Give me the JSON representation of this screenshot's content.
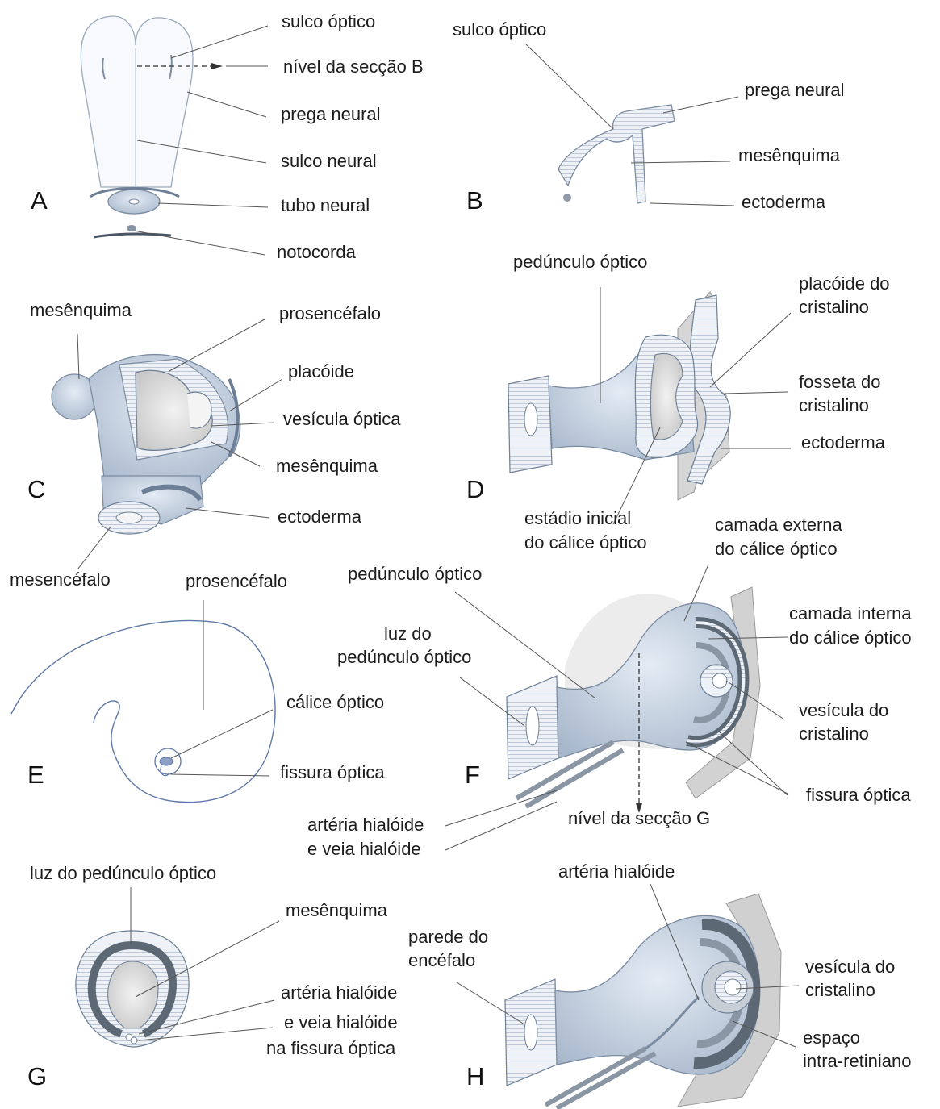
{
  "panels": {
    "A": {
      "letter": "A",
      "labels": {
        "sulco_optico": "sulco óptico",
        "nivel_seccao_b": "nível da secção B",
        "prega_neural": "prega neural",
        "sulco_neural": "sulco neural",
        "tubo_neural": "tubo neural",
        "notocorda": "notocorda"
      }
    },
    "B": {
      "letter": "B",
      "labels": {
        "sulco_optico": "sulco óptico",
        "prega_neural": "prega neural",
        "mesenquima": "mesênquima",
        "ectoderma": "ectoderma"
      }
    },
    "C": {
      "letter": "C",
      "labels": {
        "mesenquima_top": "mesênquima",
        "prosencefalo": "prosencéfalo",
        "placoide": "placóide",
        "vesicula_optica": "vesícula óptica",
        "mesenquima": "mesênquima",
        "ectoderma": "ectoderma",
        "mesencefalo": "mesencéfalo"
      }
    },
    "D": {
      "letter": "D",
      "labels": {
        "pedunculo_optico": "pedúnculo óptico",
        "placoide_l1": "placóide do",
        "placoide_l2": "cristalino",
        "fosseta_l1": "fosseta do",
        "fosseta_l2": "cristalino",
        "ectoderma": "ectoderma",
        "estadio_l1": "estádio inicial",
        "estadio_l2": "do cálice óptico"
      }
    },
    "E": {
      "letter": "E",
      "labels": {
        "prosencefalo": "prosencéfalo",
        "calice_optico": "cálice óptico",
        "fissura_optica": "fissura óptica"
      }
    },
    "F": {
      "letter": "F",
      "labels": {
        "camada_externa_l1": "camada externa",
        "camada_externa_l2": "do cálice óptico",
        "pedunculo_optico": "pedúnculo óptico",
        "luz_l1": "luz do",
        "luz_l2": "pedúnculo óptico",
        "camada_interna_l1": "camada interna",
        "camada_interna_l2": "do cálice óptico",
        "vesicula_l1": "vesícula do",
        "vesicula_l2": "cristalino",
        "fissura_optica": "fissura óptica",
        "nivel_seccao_g": "nível da secção G",
        "arteria_l1": "artéria hialóide",
        "arteria_l2": "e veia hialóide"
      }
    },
    "G": {
      "letter": "G",
      "labels": {
        "luz_pedunculo": "luz do pedúnculo óptico",
        "mesenquima": "mesênquima",
        "arteria": "artéria hialóide",
        "veia": "e veia hialóide",
        "fissura": "na fissura óptica"
      }
    },
    "H": {
      "letter": "H",
      "labels": {
        "arteria_hialoide": "artéria hialóide",
        "parede_l1": "parede do",
        "parede_l2": "encéfalo",
        "vesicula_l1": "vesícula do",
        "vesicula_l2": "cristalino",
        "espaco_l1": "espaço",
        "espaco_l2": "intra-retiniano"
      }
    }
  }
}
